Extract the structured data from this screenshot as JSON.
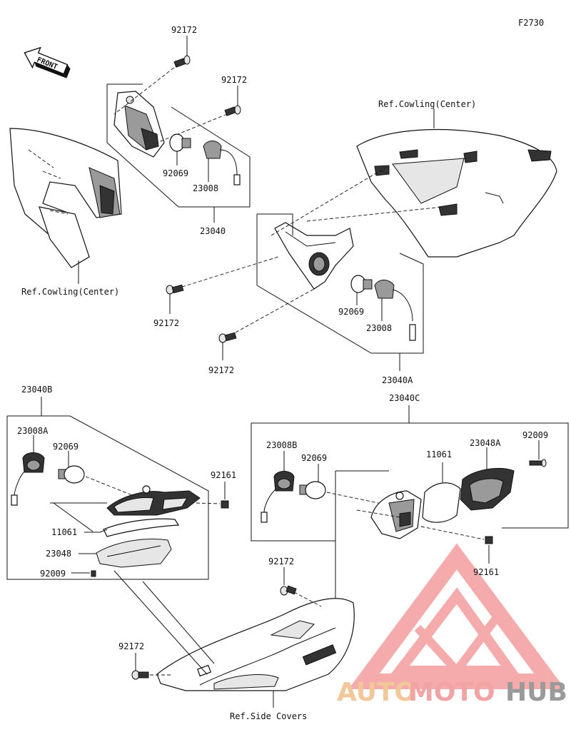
{
  "figure_code": "F2730",
  "front_label": "FRONT",
  "refs": {
    "cowling_top_right": "Ref.Cowling(Center)",
    "cowling_left": "Ref.Cowling(Center)",
    "side_covers": "Ref.Side Covers"
  },
  "labels": {
    "p92172_a": "92172",
    "p92172_b": "92172",
    "p92069_a": "92069",
    "p23008_a": "23008",
    "p23040": "23040",
    "p92172_c": "92172",
    "p92069_b": "92069",
    "p23008_b": "23008",
    "p92172_d": "92172",
    "p23040A": "23040A",
    "p23040B": "23040B",
    "p23008A": "23008A",
    "p92069_c": "92069",
    "p92161_a": "92161",
    "p11061_a": "11061",
    "p23048": "23048",
    "p92009_a": "92009",
    "p23040C": "23040C",
    "p23008B": "23008B",
    "p92069_d": "92069",
    "p11061_b": "11061",
    "p23048A": "23048A",
    "p92009_b": "92009",
    "p92161_b": "92161",
    "p92172_e": "92172",
    "p92172_f": "92172"
  },
  "watermark": {
    "text_a": "AUTO",
    "text_b": "MOTO",
    "text_c": "HUB",
    "color_a": "#f2c79a",
    "color_b": "#f2a3a3",
    "color_c": "#9a9a9a",
    "logo_color": "#f4a3a3"
  }
}
